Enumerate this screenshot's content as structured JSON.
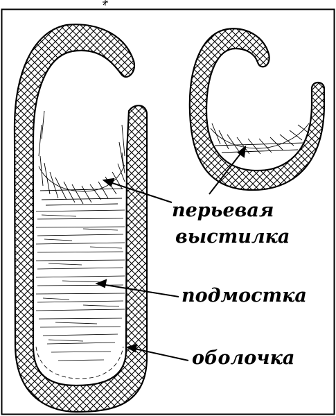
{
  "labels": {
    "feather_lining": [
      "перьевая",
      "выстилка"
    ],
    "base": "подмостка",
    "shell": "оболочка"
  },
  "colors": {
    "ink": "#000000",
    "paper": "#ffffff"
  }
}
